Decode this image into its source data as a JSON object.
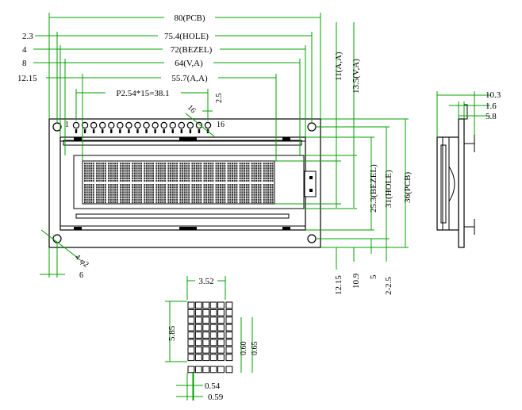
{
  "dims": {
    "pcb_w": "80(PCB)",
    "hole_w": "75.4(HOLE)",
    "bezel_w": "72(BEZEL)",
    "va_w": "64(V,A)",
    "aa_w": "55.7(A,A)",
    "pitch": "P2.54*15=38.1",
    "left_23": "2.3",
    "left_4": "4",
    "left_8": "8",
    "left_1215": "12.15",
    "pin_1": "1",
    "pin_16a": "16",
    "pin_16b": "16",
    "pin_25": "2.5",
    "aa_h": "11(A,A)",
    "va_h": "13.5(V,A)",
    "bezel_h": "25.3(BEZEL)",
    "hole_h": "31(HOLE)",
    "pcb_h": "36(PCB)",
    "bot_1215": "12.15",
    "bot_109": "10.9",
    "bot_5": "5",
    "bot_225": "2-2.5",
    "hole_dia": "4-φ2",
    "hole_off": "6",
    "side_103": "10.3",
    "side_16": "1.6",
    "side_58": "5.8",
    "char_w": "3.52",
    "char_h": "5.85",
    "dot_h": "0.60",
    "dot_ph": "0.65",
    "dot_w": "0.54",
    "dot_pw": "0.59"
  },
  "colors": {
    "dimension": "#00a000",
    "outline": "#000000",
    "fill": "#d8d8d8"
  }
}
